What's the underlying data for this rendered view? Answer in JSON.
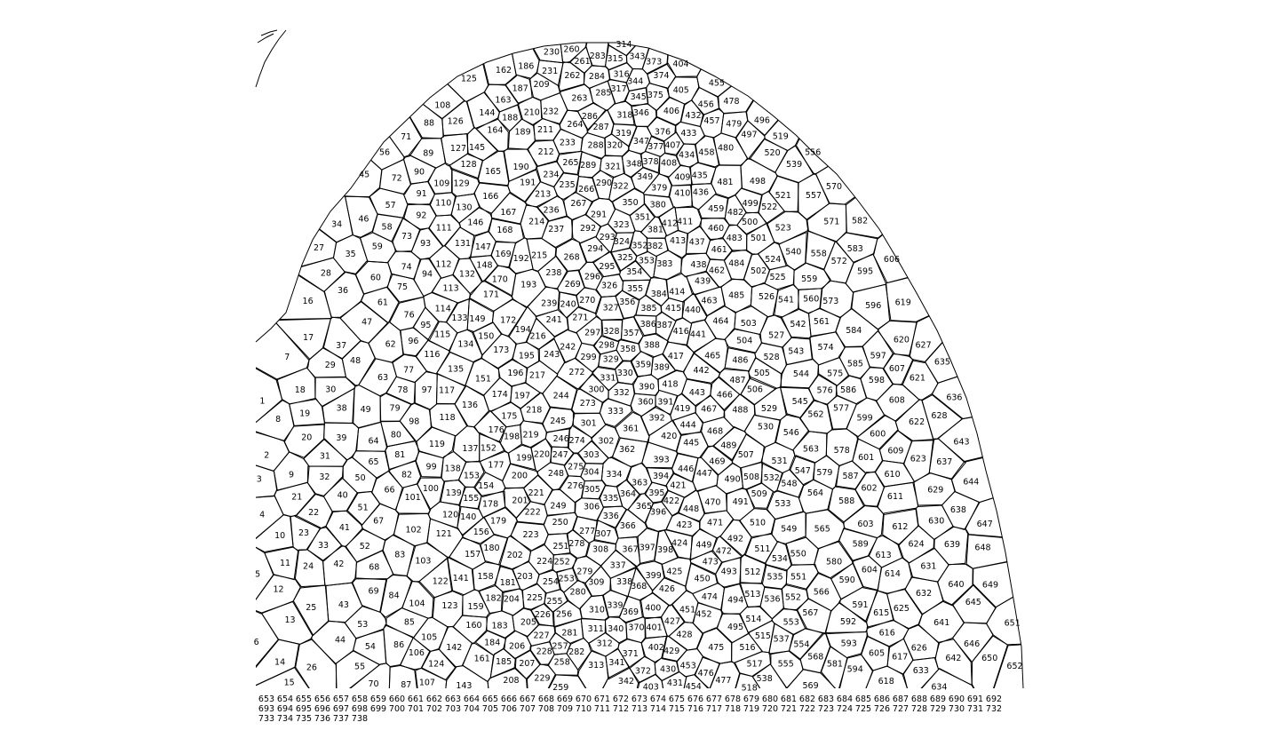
{
  "diagram": {
    "type": "cell-segmentation-label-map",
    "background_color": "#ffffff",
    "stroke_color": "#000000",
    "cell_label_range": [
      1,
      738
    ],
    "visible_cell_labels": [
      "1",
      "2",
      "3",
      "4",
      "5",
      "6",
      "7",
      "8",
      "9",
      "10",
      "11",
      "12",
      "13",
      "14",
      "15",
      "16",
      "17",
      "18",
      "19",
      "20",
      "21",
      "22",
      "23",
      "24",
      "25",
      "26",
      "27",
      "28",
      "29",
      "30",
      "31",
      "32",
      "33",
      "34",
      "35",
      "36",
      "37",
      "38",
      "39",
      "40",
      "41",
      "42",
      "43",
      "44",
      "45",
      "46",
      "47",
      "48",
      "49",
      "50",
      "51",
      "52",
      "53",
      "54",
      "55",
      "56",
      "57",
      "58",
      "59",
      "60",
      "61",
      "62",
      "63",
      "64",
      "65",
      "66",
      "67",
      "68",
      "69",
      "70",
      "71",
      "72",
      "73",
      "74",
      "75",
      "76",
      "77",
      "78",
      "79",
      "80",
      "81",
      "82",
      "83",
      "84",
      "85",
      "86",
      "87",
      "88",
      "89",
      "90",
      "91",
      "92",
      "93",
      "94",
      "95",
      "96",
      "97",
      "98",
      "99",
      "100",
      "101",
      "102",
      "103",
      "104",
      "105",
      "106",
      "107",
      "108",
      "109",
      "110",
      "111",
      "112",
      "113",
      "114",
      "115",
      "116",
      "117",
      "118",
      "119",
      "120",
      "121",
      "122",
      "123",
      "124",
      "125",
      "126",
      "127",
      "128",
      "129",
      "130",
      "131",
      "132",
      "133",
      "134",
      "135",
      "136",
      "137",
      "138",
      "139",
      "140",
      "141",
      "142",
      "143",
      "144",
      "145",
      "146",
      "147",
      "148",
      "149",
      "150",
      "151",
      "152",
      "153",
      "154",
      "155",
      "156",
      "157",
      "158",
      "159",
      "160",
      "161",
      "162",
      "163",
      "164",
      "165",
      "166",
      "167",
      "168",
      "169",
      "170",
      "171",
      "172",
      "173",
      "174",
      "175",
      "176",
      "177",
      "178",
      "179",
      "180",
      "181",
      "182",
      "183",
      "184",
      "185",
      "186",
      "187",
      "188",
      "189",
      "190",
      "191",
      "192",
      "193",
      "194",
      "195",
      "196",
      "197",
      "198",
      "199",
      "200",
      "201",
      "202",
      "203",
      "204",
      "205",
      "206",
      "207",
      "208",
      "209",
      "210",
      "211",
      "212",
      "213",
      "214",
      "215",
      "216",
      "217",
      "218",
      "219",
      "220",
      "221",
      "222",
      "223",
      "224",
      "225",
      "226",
      "227",
      "228",
      "229",
      "230",
      "231",
      "232",
      "233",
      "234",
      "235",
      "236",
      "237",
      "238",
      "239",
      "240",
      "241",
      "242",
      "243",
      "244",
      "245",
      "246",
      "247",
      "248",
      "249",
      "250",
      "251",
      "252",
      "253",
      "254",
      "255",
      "256",
      "257",
      "258",
      "259",
      "260",
      "261",
      "262",
      "263",
      "264",
      "265",
      "266",
      "267",
      "268",
      "269",
      "270",
      "271",
      "272",
      "273",
      "274",
      "275",
      "276",
      "277",
      "278",
      "279",
      "280",
      "281",
      "282",
      "283",
      "284",
      "285",
      "286",
      "287",
      "288",
      "289",
      "290",
      "291",
      "292",
      "293",
      "294",
      "295",
      "296",
      "297",
      "298",
      "299",
      "300",
      "301",
      "302",
      "303",
      "304",
      "305",
      "306",
      "307",
      "308",
      "309",
      "310",
      "311",
      "312",
      "313",
      "314",
      "315",
      "316",
      "317",
      "318",
      "319",
      "320",
      "321",
      "322",
      "323",
      "324",
      "325",
      "326",
      "327",
      "328",
      "329",
      "330",
      "331",
      "332",
      "333",
      "334",
      "335",
      "336",
      "337",
      "338",
      "339",
      "340",
      "341",
      "342",
      "343",
      "344",
      "345",
      "346",
      "347",
      "348",
      "349",
      "350",
      "351",
      "352",
      "353",
      "354",
      "355",
      "356",
      "357",
      "358",
      "359",
      "360",
      "361",
      "362",
      "363",
      "364",
      "365",
      "366",
      "367",
      "368",
      "369",
      "370",
      "371",
      "372",
      "373",
      "374",
      "375",
      "376",
      "377",
      "378",
      "379",
      "380",
      "381",
      "382",
      "383",
      "384",
      "385",
      "386",
      "387",
      "388",
      "389",
      "390",
      "391",
      "392",
      "393",
      "394",
      "395",
      "396",
      "397",
      "398",
      "399",
      "400",
      "401",
      "402",
      "403",
      "404",
      "405",
      "406",
      "407",
      "408",
      "409",
      "410",
      "411",
      "412",
      "413",
      "414",
      "415",
      "416",
      "417",
      "418",
      "419",
      "420",
      "421",
      "422",
      "423",
      "424",
      "425",
      "426",
      "427",
      "428",
      "429",
      "430",
      "431",
      "432",
      "433",
      "434",
      "435",
      "436",
      "437",
      "438",
      "439",
      "440",
      "441",
      "442",
      "443",
      "444",
      "445",
      "446",
      "447",
      "448",
      "449",
      "450",
      "451",
      "452",
      "453",
      "454",
      "455",
      "456",
      "457",
      "458",
      "459",
      "460",
      "461",
      "462",
      "463",
      "464",
      "465",
      "466",
      "467",
      "468",
      "469",
      "470",
      "471",
      "472",
      "473",
      "474",
      "475",
      "476",
      "477",
      "478",
      "479",
      "480",
      "481",
      "482",
      "483",
      "484",
      "485",
      "486",
      "487",
      "488",
      "489",
      "490",
      "491",
      "492",
      "493",
      "494",
      "495",
      "496",
      "497",
      "498",
      "499",
      "500",
      "501",
      "502",
      "503",
      "504",
      "505",
      "506",
      "507",
      "508",
      "509",
      "510",
      "511",
      "512",
      "513",
      "514",
      "515",
      "516",
      "517",
      "518",
      "519",
      "520",
      "521",
      "522",
      "523",
      "524",
      "525",
      "526",
      "527",
      "528",
      "529",
      "530",
      "531",
      "532",
      "533",
      "534",
      "535",
      "536",
      "537",
      "538",
      "539",
      "540",
      "541",
      "542",
      "543",
      "544",
      "545",
      "546",
      "547",
      "548",
      "549",
      "550",
      "551",
      "552",
      "553",
      "554",
      "555",
      "556",
      "557",
      "558",
      "559",
      "560",
      "561",
      "562",
      "563",
      "564",
      "565",
      "566",
      "567",
      "568",
      "569",
      "570",
      "571",
      "572",
      "573",
      "574",
      "575",
      "576",
      "577",
      "578",
      "579",
      "580",
      "581",
      "582",
      "583",
      "584",
      "585",
      "586",
      "587",
      "588",
      "589",
      "590",
      "591",
      "592",
      "593",
      "594",
      "595",
      "596",
      "597",
      "598",
      "599",
      "600",
      "601",
      "602",
      "603",
      "604",
      "605",
      "606",
      "607",
      "608",
      "609",
      "610",
      "611",
      "612",
      "613",
      "614",
      "615",
      "616",
      "617",
      "618",
      "619",
      "620",
      "621",
      "622",
      "623",
      "624",
      "625",
      "626",
      "627",
      "628",
      "629",
      "630",
      "631",
      "632",
      "633",
      "634",
      "635",
      "636",
      "637",
      "638",
      "639",
      "640",
      "641",
      "642",
      "643",
      "644",
      "645",
      "646",
      "647",
      "648",
      "649",
      "650",
      "651",
      "652",
      "653",
      "654",
      "655",
      "656",
      "657",
      "658",
      "659",
      "660",
      "661",
      "662",
      "663",
      "664",
      "665",
      "666",
      "667",
      "668",
      "669",
      "670",
      "671",
      "672",
      "673",
      "674",
      "675",
      "676",
      "677",
      "678",
      "679",
      "680",
      "681",
      "682",
      "683",
      "684",
      "685",
      "686",
      "687",
      "688",
      "689",
      "690",
      "691",
      "692",
      "693",
      "694",
      "695",
      "696",
      "697",
      "698",
      "699",
      "700",
      "701",
      "702",
      "703",
      "704",
      "705",
      "706",
      "707",
      "708",
      "709",
      "710",
      "711",
      "712",
      "713",
      "714",
      "715",
      "716",
      "717",
      "718",
      "719",
      "720",
      "721",
      "722",
      "723",
      "724",
      "725",
      "726",
      "727",
      "728",
      "729",
      "730",
      "731",
      "732",
      "733",
      "734",
      "735",
      "736",
      "737",
      "738"
    ]
  }
}
